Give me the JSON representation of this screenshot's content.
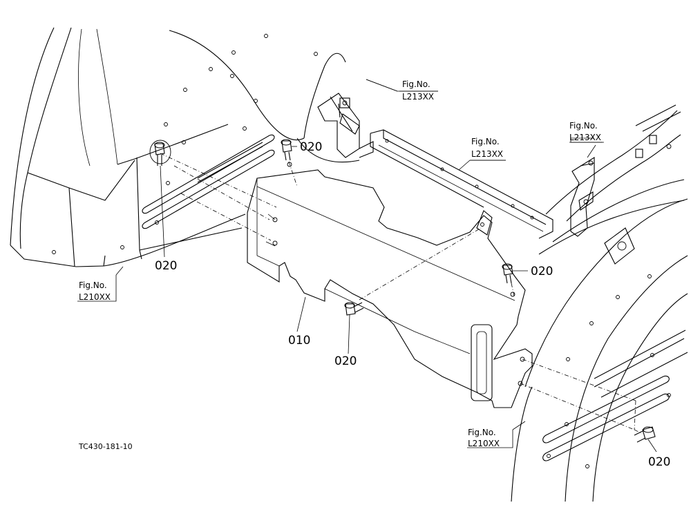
{
  "diagram": {
    "part_labels": {
      "bolt_left": "020",
      "bolt_top": "020",
      "bolt_right": "020",
      "bolt_bottom_center": "020",
      "bolt_bottom_right": "020",
      "panel": "010"
    },
    "references": {
      "top_center": {
        "fig": "Fig.No.",
        "code": "L213XX"
      },
      "middle": {
        "fig": "Fig.No.",
        "code": "L213XX"
      },
      "top_right": {
        "fig": "Fig.No.",
        "code": "L213XX"
      },
      "left": {
        "fig": "Fig.No.",
        "code": "L210XX"
      },
      "bottom_right": {
        "fig": "Fig.No.",
        "code": "L210XX"
      }
    },
    "drawing_code": "TC430-181-10"
  }
}
